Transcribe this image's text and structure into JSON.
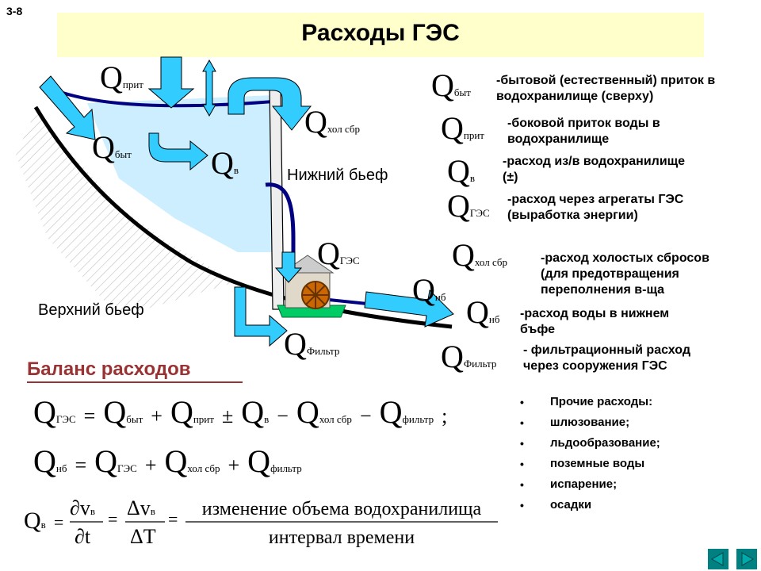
{
  "slide_number": "3-8",
  "title": "Расходы ГЭС",
  "diagram": {
    "label_lower_pool": "Нижний бьеф",
    "label_upper_pool": "Верхний бьеф",
    "q_prit": {
      "q": "Q",
      "sub": "прит"
    },
    "q_byt": {
      "q": "Q",
      "sub": "быт"
    },
    "q_v": {
      "q": "Q",
      "sub": "в"
    },
    "q_hol": {
      "q": "Q",
      "sub": "хол сбр"
    },
    "q_ges": {
      "q": "Q",
      "sub": "ГЭС"
    },
    "q_nb": {
      "q": "Q",
      "sub": "нб"
    },
    "q_filtr": {
      "q": "Q",
      "sub": "Фильтр"
    }
  },
  "legend": [
    {
      "q": "Q",
      "sub": "быт",
      "desc1": "-бытовой (естественный) приток в",
      "desc2": "водохранилище (сверху)"
    },
    {
      "q": "Q",
      "sub": "прит",
      "desc1": "-боковой приток воды в",
      "desc2": "водохранилище"
    },
    {
      "q": "Q",
      "sub": "в",
      "desc1": "-расход из/в водохранилище",
      "desc2": "(±)"
    },
    {
      "q": "Q",
      "sub": "ГЭС",
      "desc1": "-расход через агрегаты ГЭС",
      "desc2": "(выработка энергии)"
    },
    {
      "q": "Q",
      "sub": "хол сбр",
      "desc1": "-расход холостых сбросов",
      "desc2": "(для предотвращения",
      "desc3": "переполнения в-ща"
    },
    {
      "q": "Q",
      "sub": "нб",
      "desc1": "-расход воды в нижнем",
      "desc2": "бъфе"
    },
    {
      "q": "Q",
      "sub": "Фильтр",
      "desc1": "- фильтрационный расход",
      "desc2": "через сооружения ГЭС"
    }
  ],
  "balance": {
    "heading": "Баланс расходов",
    "eq1": {
      "q": "Q",
      "t1": "ГЭС",
      "eq": "=",
      "t2": "быт",
      "plus1": "+",
      "t3": "прит",
      "pm": "±",
      "t4": "в",
      "minus1": "−",
      "t5": "хол сбр",
      "minus2": "−",
      "t6": "фильтр",
      "end": ";"
    },
    "eq2": {
      "q": "Q",
      "t1": "нб",
      "eq": "=",
      "t2": "ГЭС",
      "plus1": "+",
      "t3": "хол сбр",
      "plus2": "+",
      "t4": "фильтр"
    },
    "eq3": {
      "q": "Q",
      "sub": "в",
      "eq": "=",
      "partial": "∂",
      "v": "v",
      "vsub": "в",
      "dt": "∂t",
      "delta": "Δ",
      "dT": "ΔT",
      "num": "изменение объема водохранилища",
      "den": "интервал времени"
    }
  },
  "other_costs": [
    {
      "bullet": "•",
      "text": "Прочие расходы:"
    },
    {
      "bullet": "•",
      "text": "шлюзование;"
    },
    {
      "bullet": "•",
      "text": "льдообразование;"
    },
    {
      "bullet": "•",
      "text": "поземные воды"
    },
    {
      "bullet": "•",
      "text": "испарение;"
    },
    {
      "bullet": "•",
      "text": "осадки"
    }
  ],
  "colors": {
    "title_bg": "#ffffcc",
    "water": "#cceeff",
    "arrow": "#33ccff",
    "arrow_dark": "#0099cc",
    "ground": "#000000",
    "river": "#000080",
    "heading": "#993333",
    "turbine": "#cc6600",
    "base": "#00cc66",
    "nav": "#008080"
  }
}
